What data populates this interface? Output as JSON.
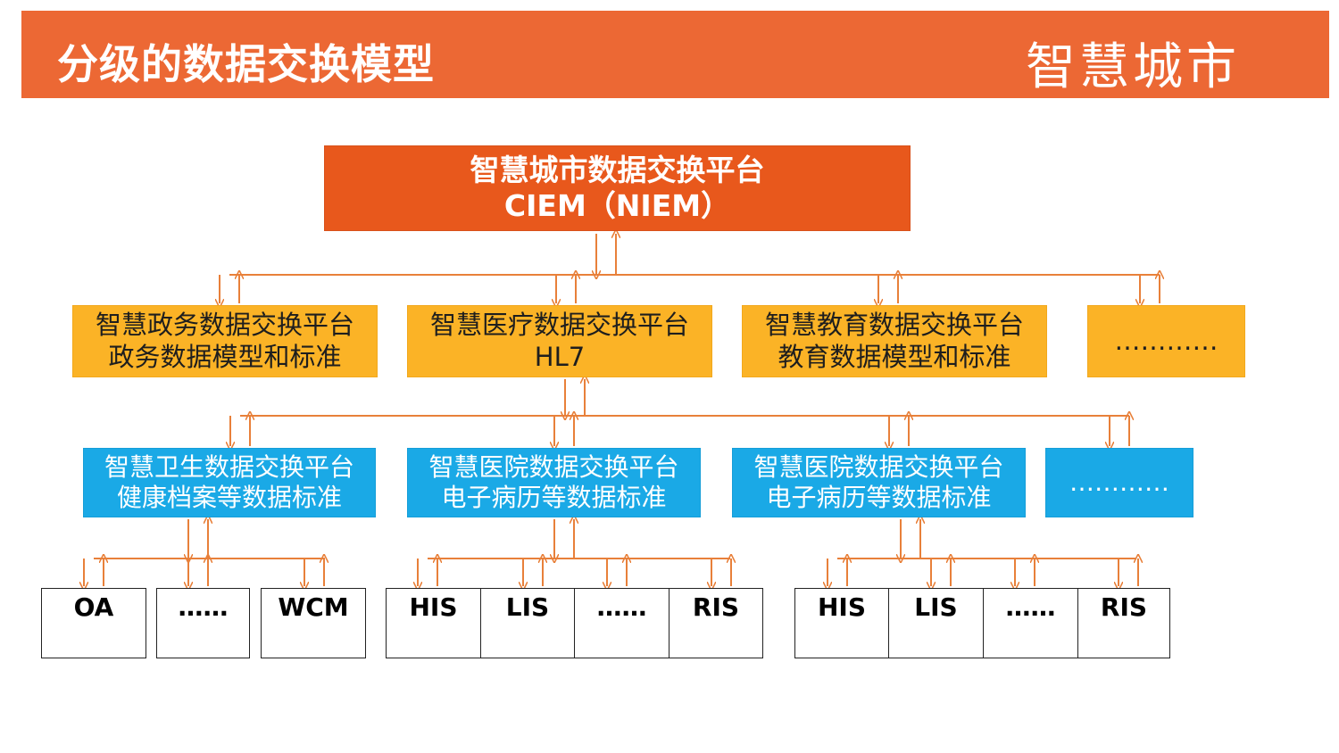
{
  "header": {
    "title": "分级的数据交换模型",
    "brand": "智慧城市"
  },
  "top": {
    "line1": "智慧城市数据交换平台",
    "line2": "CIEM（NIEM）"
  },
  "level1": [
    {
      "line1": "智慧政务数据交换平台",
      "line2": "政务数据模型和标准"
    },
    {
      "line1": "智慧医疗数据交换平台",
      "line2": "HL7"
    },
    {
      "line1": "智慧教育数据交换平台",
      "line2": "教育数据模型和标准"
    },
    {
      "line1": "…………",
      "line2": ""
    }
  ],
  "level2": [
    {
      "line1": "智慧卫生数据交换平台",
      "line2": "健康档案等数据标准"
    },
    {
      "line1": "智慧医院数据交换平台",
      "line2": "电子病历等数据标准"
    },
    {
      "line1": "智慧医院数据交换平台",
      "line2": "电子病历等数据标准"
    },
    {
      "line1": "…………",
      "line2": ""
    }
  ],
  "systems": [
    "OA",
    "……",
    "WCM",
    "HIS",
    "LIS",
    "……",
    "RIS",
    "HIS",
    "LIS",
    "……",
    "RIS"
  ],
  "colors": {
    "header": "#ec6834",
    "top": "#e8581c",
    "level1": "#fbb326",
    "level2": "#1aa9e6",
    "connector": "#e8803a"
  }
}
